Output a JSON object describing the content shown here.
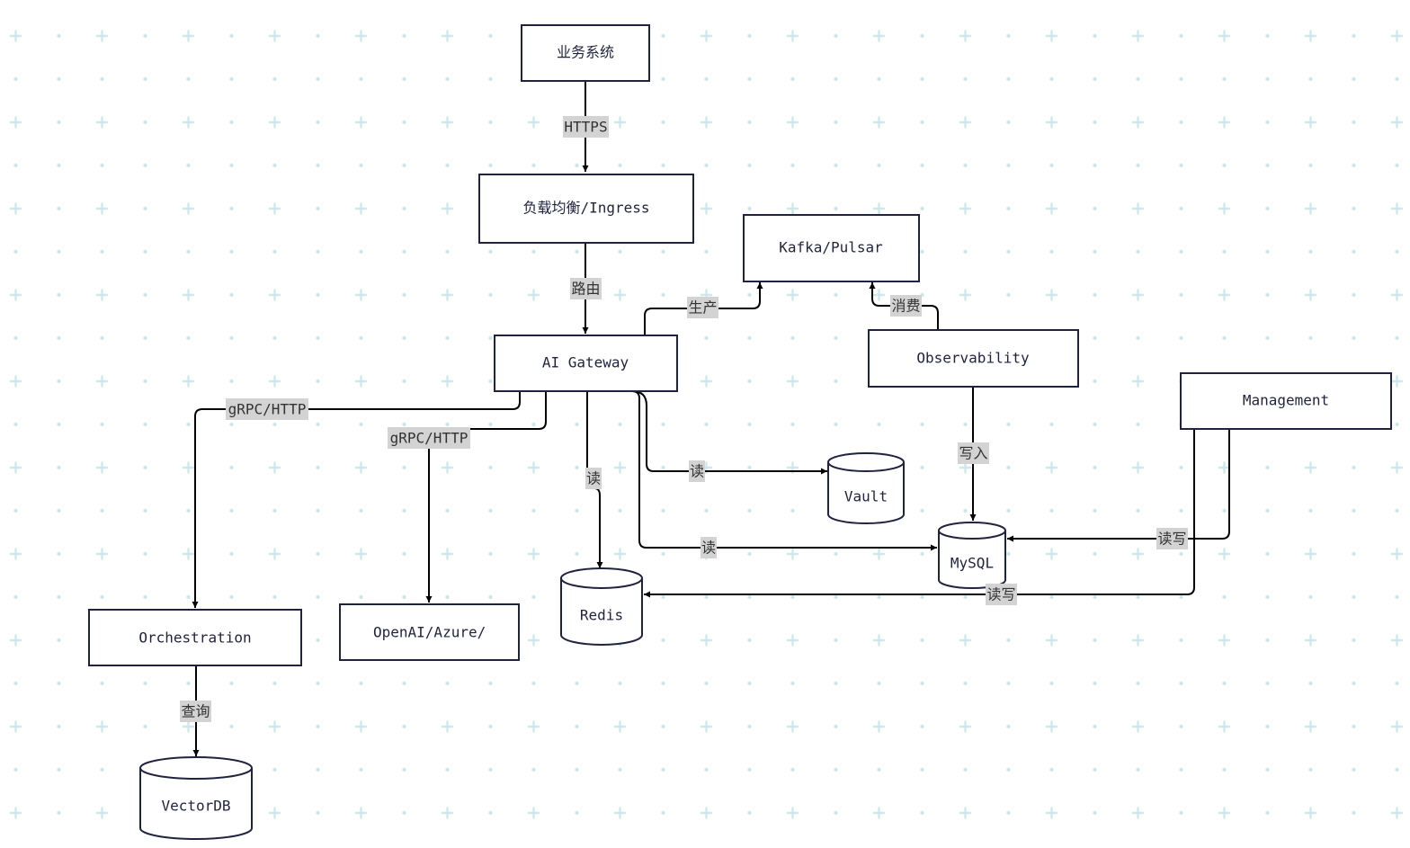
{
  "diagram": {
    "nodes": {
      "biz": "业务系统",
      "lb": "负载均衡/Ingress",
      "gw": "AI Gateway",
      "kafka": "Kafka/Pulsar",
      "obs": "Observability",
      "mgmt": "Management",
      "orch": "Orchestration",
      "openai": "OpenAI/Azure/",
      "redis": "Redis",
      "vault": "Vault",
      "mysql": "MySQL",
      "vectordb": "VectorDB"
    },
    "edges": {
      "biz_lb": "HTTPS",
      "lb_gw": "路由",
      "gw_kafka": "生产",
      "obs_kafka": "消费",
      "gw_orch": "gRPC/HTTP",
      "gw_openai": "gRPC/HTTP",
      "gw_redis": "读",
      "gw_vault": "读",
      "gw_mysql": "读",
      "obs_mysql": "写入",
      "mgmt_mysql": "读写",
      "mgmt_redis": "读写",
      "orch_vectordb": "查询"
    }
  },
  "colors": {
    "node_border": "#1f2340",
    "edge": "#000000",
    "label_bg": "#d3d3d3",
    "grid_pattern": "#cfe8ec"
  }
}
